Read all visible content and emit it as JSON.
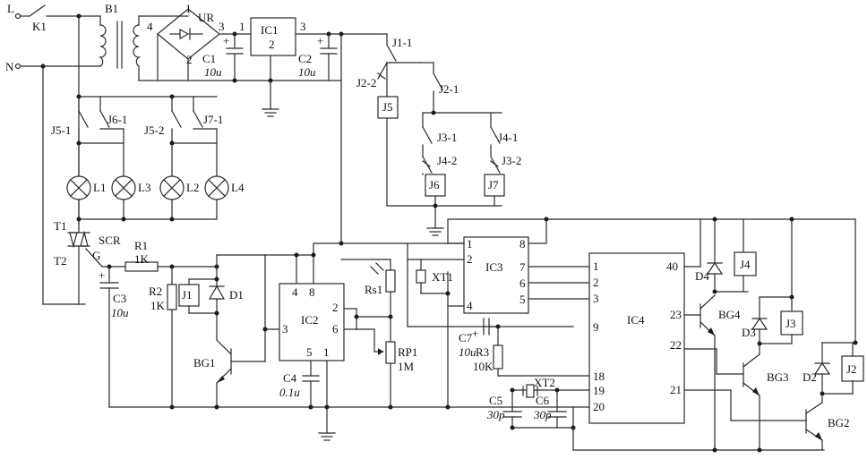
{
  "labels": {
    "L": "L",
    "N": "N",
    "K1": "K1",
    "B1": "B1",
    "UR": "UR",
    "ur1": "1",
    "ur2": "2",
    "ur3": "3",
    "ur4": "4",
    "C1": "C1",
    "C1v": "10u",
    "IC1": "IC1",
    "ic1p1": "1",
    "ic1p2": "2",
    "ic1p3": "3",
    "C2": "C2",
    "C2v": "10u",
    "plus": "+",
    "J1_1": "J1-1",
    "J2_2": "J2-2",
    "J2_1": "J2-1",
    "J5": "J5",
    "J3_1": "J3-1",
    "J4_2": "J4-2",
    "J4_1": "J4-1",
    "J3_2": "J3-2",
    "J6": "J6",
    "J7": "J7",
    "J5_1": "J5-1",
    "J6_1": "J6-1",
    "J5_2": "J5-2",
    "J7_1": "J7-1",
    "L1": "L1",
    "L3": "L3",
    "L2": "L2",
    "L4": "L4",
    "T1": "T1",
    "T2": "T2",
    "SCR": "SCR",
    "G": "G",
    "R1": "R1",
    "R1v": "1K",
    "R2": "R2",
    "R2v": "1K",
    "J1": "J1",
    "D1": "D1",
    "C3": "C3",
    "C3v": "10u",
    "BG1": "BG1",
    "IC2": "IC2",
    "ic2p4": "4",
    "ic2p8": "8",
    "ic2p2": "2",
    "ic2p6": "6",
    "ic2p3": "3",
    "ic2p5": "5",
    "ic2p1": "1",
    "C4": "C4",
    "C4v": "0.1u",
    "Rs1": "Rs1",
    "RP1": "RP1",
    "RP1v": "1M",
    "XT1": "XT1",
    "IC3": "IC3",
    "ic3p1": "1",
    "ic3p2": "2",
    "ic3p4": "4",
    "ic3p8": "8",
    "ic3p7": "7",
    "ic3p6": "6",
    "ic3p5": "5",
    "C7": "C7",
    "C7v": "10u",
    "R3": "R3",
    "R3v": "10K",
    "XT2": "XT2",
    "C5": "C5",
    "C5v": "30p",
    "C6": "C6",
    "C6v": "30p",
    "IC4": "IC4",
    "ic4p1": "1",
    "ic4p2": "2",
    "ic4p3": "3",
    "ic4p9": "9",
    "ic4p18": "18",
    "ic4p19": "19",
    "ic4p20": "20",
    "ic4p40": "40",
    "ic4p23": "23",
    "ic4p22": "22",
    "ic4p21": "21",
    "D4": "D4",
    "J4": "J4",
    "BG4": "BG4",
    "D3": "D3",
    "J3": "J3",
    "BG3": "BG3",
    "D2": "D2",
    "J2": "J2",
    "BG2": "BG2"
  }
}
